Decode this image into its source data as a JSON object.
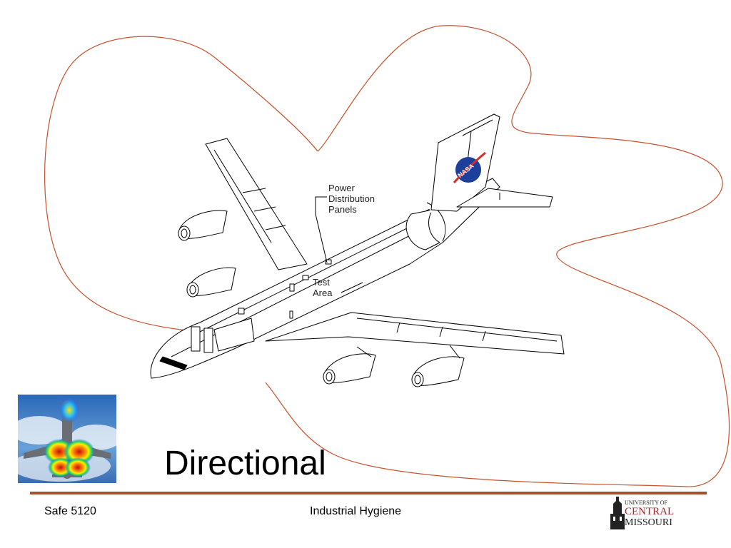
{
  "slide": {
    "title": "Directional",
    "diagram_labels": {
      "power_panels": "Power\nDistribution\nPanels",
      "test_area": "Test\nArea",
      "tail_logo": "NASA"
    },
    "footer": {
      "course": "Safe 5120",
      "subject": "Industrial Hygiene"
    },
    "logo": {
      "line1": "UNIVERSITY OF",
      "line2": "CENTRAL",
      "line3": "MISSOURI"
    },
    "colors": {
      "blob_outline": "#c8502a",
      "rule": "#a0532a",
      "logo_red": "#a3262a"
    }
  }
}
